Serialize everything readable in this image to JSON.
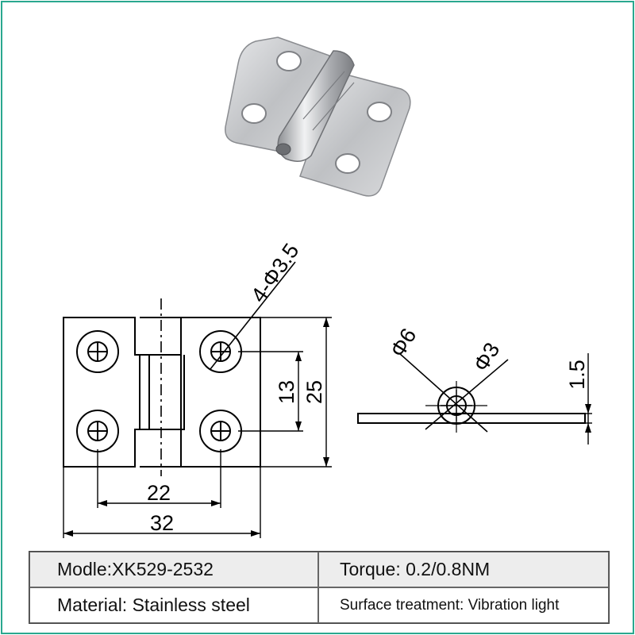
{
  "dimensions": {
    "holes": "4-Φ3.5",
    "width_total": "32",
    "hole_spacing_x": "22",
    "hole_spacing_y": "13",
    "height_total": "25",
    "pin_outer": "Φ6",
    "pin_inner": "Φ3",
    "thickness": "1.5"
  },
  "spec_table": {
    "model": "Modle:XK529-2532",
    "torque": "Torque: 0.2/0.8NM",
    "material": "Material: Stainless steel",
    "surface": "Surface treatment: Vibration light"
  },
  "colors": {
    "frame": "#2aa88f",
    "steel": "#c9cacc",
    "line": "#000000"
  }
}
